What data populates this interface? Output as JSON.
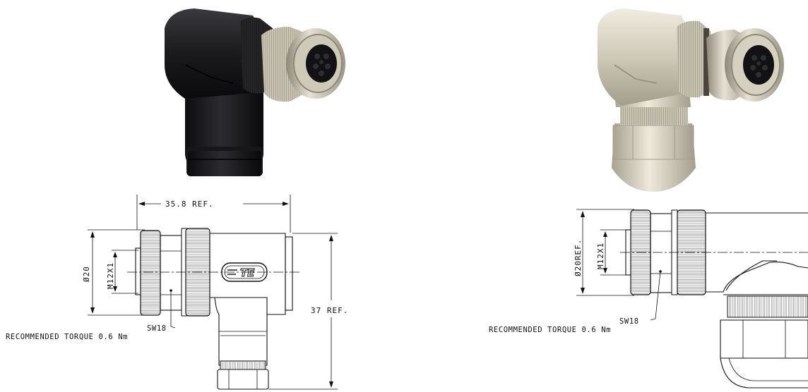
{
  "left_drawing": {
    "width_dim": "35.8 REF.",
    "height_dim": "37 REF.",
    "diameter_dim": "Ø20",
    "thread_dim": "M12X1",
    "wrench_size": "SW18",
    "torque_note": "RECOMMENDED TORQUE 0.6 Nm",
    "logo_text": "TE"
  },
  "right_drawing": {
    "diameter_dim": "Ø20REF.",
    "thread_dim": "M12X1",
    "wrench_size": "SW18",
    "torque_note": "RECOMMENDED TORQUE 0.6 Nm"
  },
  "colors": {
    "black_body": "#1c1c1e",
    "nickel_body": "#d9d4c4",
    "knurl_metal": "#bfb9a8",
    "line": "#111111"
  }
}
